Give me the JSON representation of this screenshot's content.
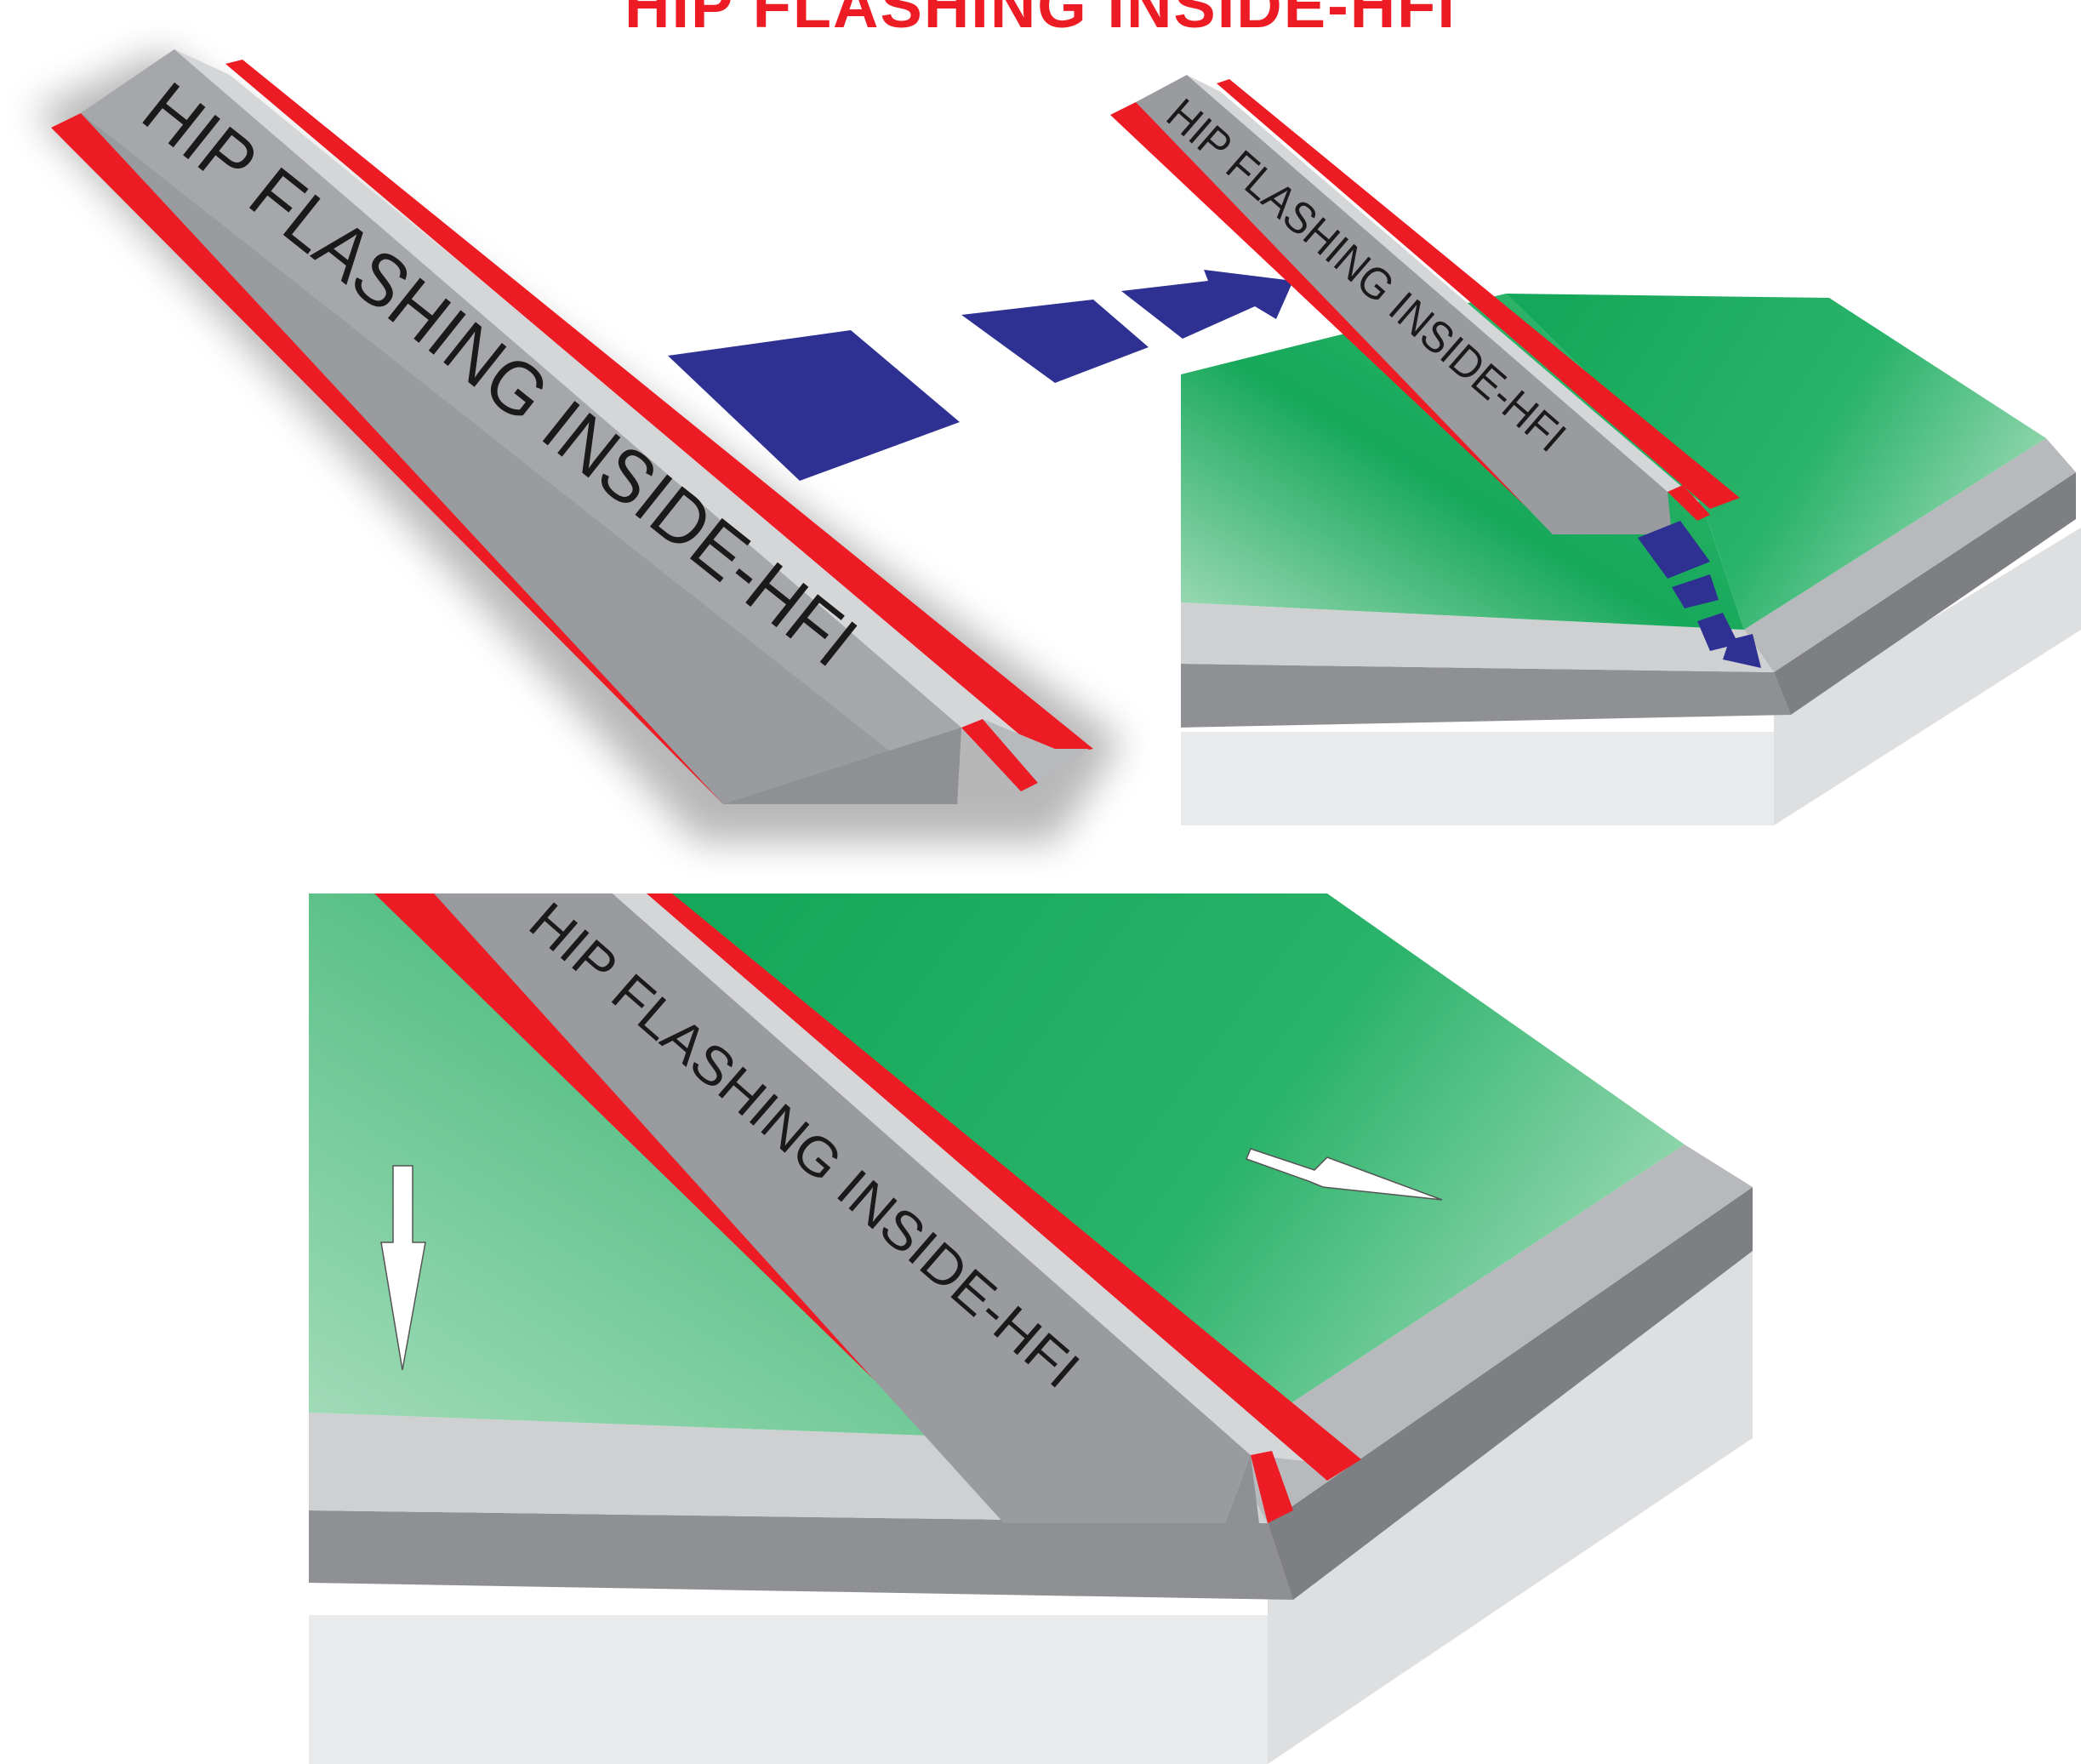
{
  "title": "HIP FLASHING INSIDE-HFI",
  "panels": [
    {
      "id": "top-left",
      "flashing_label": "HIP FLASHING INSIDE-HFI"
    },
    {
      "id": "top-right",
      "flashing_label": "HIP FLASHING INSIDE-HFI"
    },
    {
      "id": "bottom",
      "flashing_label": "HIP FLASHING INSIDE-HFI"
    }
  ],
  "colors": {
    "title": "#ed1c24",
    "red_edge": "#ed1c24",
    "flashing_top": "#d5d6d8",
    "flashing_side": "#9a9b9f",
    "roof_green": "#16a85a",
    "roof_green_light": "#a4dcb9",
    "fascia": "#8f9094",
    "fascia_light": "#cfd0d2",
    "wall": "#e9eaec",
    "arrow_blue": "#2e3192",
    "arrow_white": "#ffffff"
  },
  "icons": [
    "blue-direction-arrow",
    "white-flow-arrow-down",
    "white-flow-arrow-right"
  ]
}
